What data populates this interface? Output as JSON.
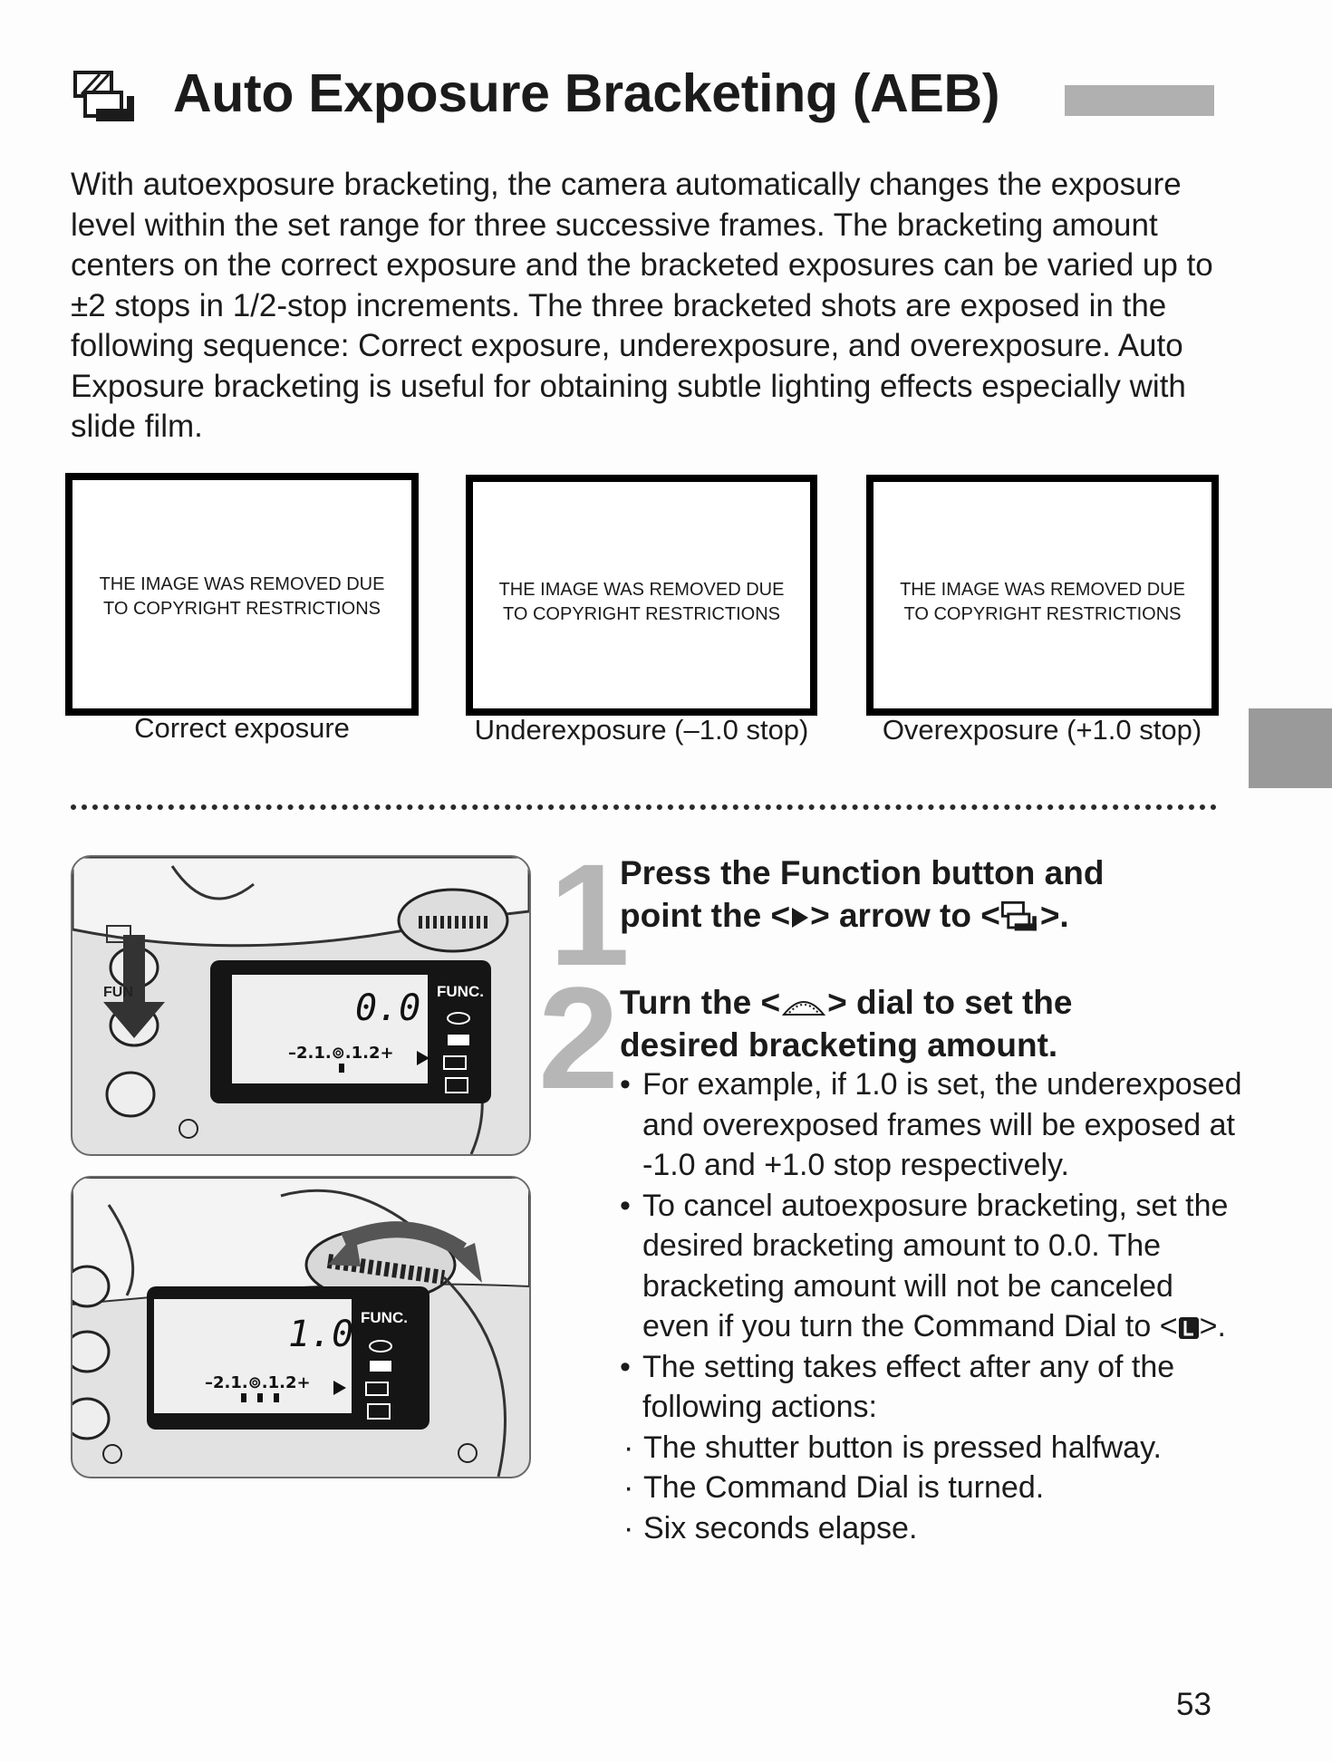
{
  "title": "Auto Exposure Bracketing (AEB)",
  "intro": "With autoexposure bracketing, the camera automatically changes the exposure level within the set range for three successive frames. The bracketing amount centers on the correct exposure and the bracketed exposures can be varied up to ±2 stops in 1/2-stop increments. The three bracketed shots are exposed in the following sequence: Correct exposure, underexposure, and overexposure. Auto Exposure bracketing is useful for obtaining subtle lighting effects especially with slide film.",
  "photos": [
    {
      "note_line1": "THE IMAGE WAS REMOVED DUE",
      "note_line2": "TO COPYRIGHT RESTRICTIONS",
      "caption": "Correct exposure"
    },
    {
      "note_line1": "THE IMAGE WAS REMOVED DUE",
      "note_line2": "TO COPYRIGHT RESTRICTIONS",
      "caption": "Underexposure (–1.0 stop)"
    },
    {
      "note_line1": "THE IMAGE WAS REMOVED DUE",
      "note_line2": "TO COPYRIGHT RESTRICTIONS",
      "caption": "Overexposure (+1.0 stop)"
    }
  ],
  "illustrations": [
    {
      "lcd_value": "0.0",
      "scale": "–2.1.⊚.1.2+",
      "func_label": "FUNC.",
      "button_label": "FUN"
    },
    {
      "lcd_value": "1.0",
      "scale": "–2.1.⊚.1.2+",
      "func_label": "FUNC."
    }
  ],
  "steps": [
    {
      "number": "1",
      "line1": "Press the Function button and",
      "line2_a": "point the <",
      "line2_b": "> arrow to <",
      "line2_c": ">."
    },
    {
      "number": "2",
      "line1_a": "Turn the <",
      "line1_b": "> dial to set the",
      "line2": "desired bracketing amount."
    }
  ],
  "bullets": {
    "b1": "For example, if 1.0 is set, the underexposed and overexposed frames will be exposed at -1.0 and +1.0 stop respectively.",
    "b2_a": "To cancel autoexposure bracketing, set the desired bracketing amount to 0.0. The bracketing amount will not be canceled even if you turn the Command Dial to <",
    "b2_b": ">.",
    "b3": "The setting takes effect after any of the following actions:",
    "subs": [
      "The shutter button is pressed halfway.",
      "The Command Dial is turned.",
      "Six seconds elapse."
    ],
    "dot": "•",
    "sub_dot": "·"
  },
  "page_number": "53"
}
